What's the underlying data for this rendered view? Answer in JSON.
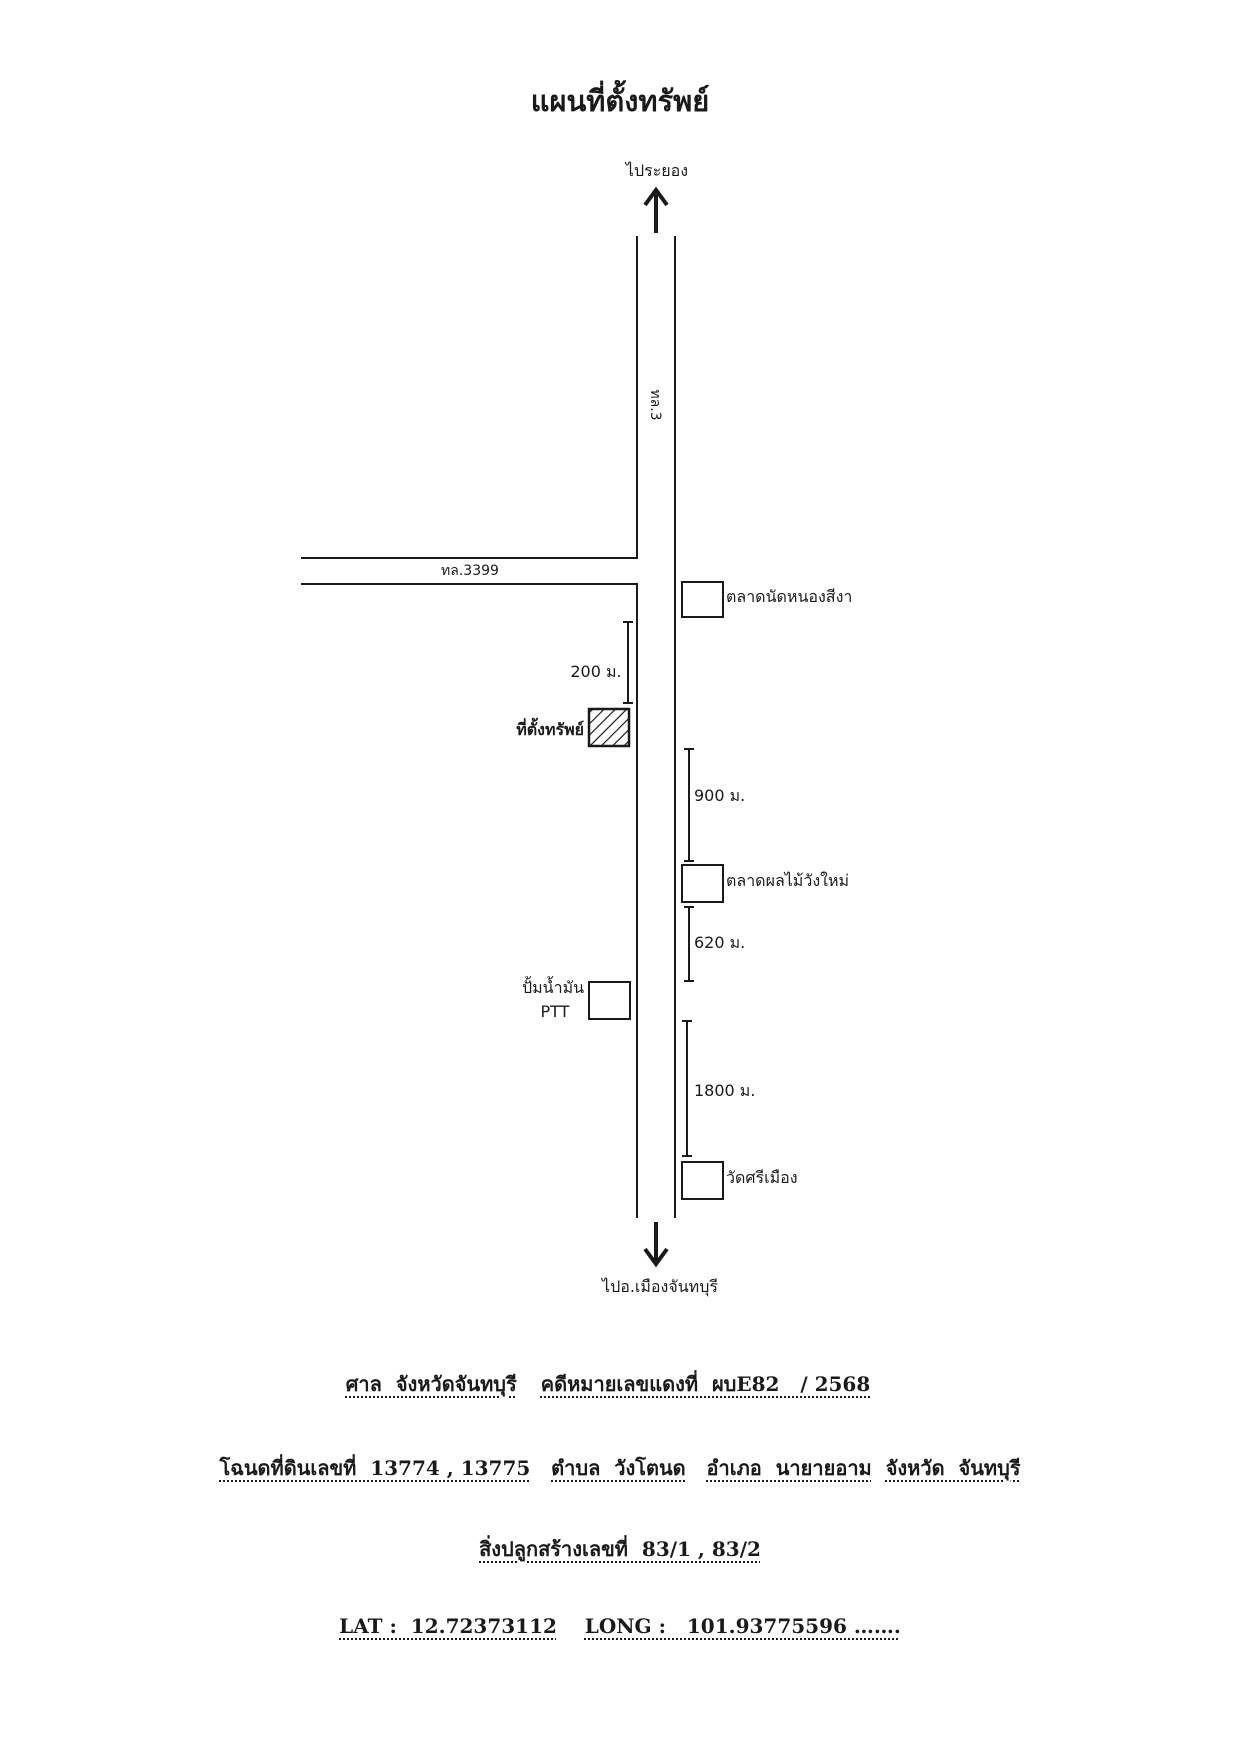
{
  "title": "แผนที่ตั้งทรัพย์",
  "map": {
    "north_label": "ไประยอง",
    "south_label": "ไปอ.เมืองจันทบุรี",
    "main_road_label": "ทล.3",
    "side_road_label": "ทล.3399",
    "property_label": "ที่ตั้งทรัพย์",
    "distances": {
      "junction_to_property": "200 ม.",
      "nongsinga_to_wangmai": "900 ม.",
      "wangmai_to_ptt": "620 ม.",
      "ptt_to_temple": "1800 ม."
    },
    "landmarks": {
      "market_nongsinga": "ตลาดนัดหนองสีงา",
      "fruit_market_wangmai": "ตลาดผลไม้วังใหม่",
      "ptt_line1": "ปั้มน้ำมัน",
      "ptt_line2": "PTT",
      "temple": "วัดศรีเมือง"
    }
  },
  "case_info": {
    "court": "ศาล  จังหวัดจันทบุรี",
    "case_no": "คดีหมายเลขแดงที่  ผบE82   / 2568",
    "deed": "โฉนดที่ดินเลขที่  13774 , 13775",
    "subdistrict": "ตำบล  วังโตนด",
    "district": "อำเภอ  นายายอาม",
    "province": "จังหวัด  จันทบุรี",
    "building": "สิ่งปลูกสร้างเลขที่  83/1 , 83/2",
    "lat": "LAT :  12.72373112",
    "long": "LONG :   101.93775596 ……."
  },
  "colors": {
    "ink": "#1a1a1a",
    "paper": "#ffffff"
  }
}
